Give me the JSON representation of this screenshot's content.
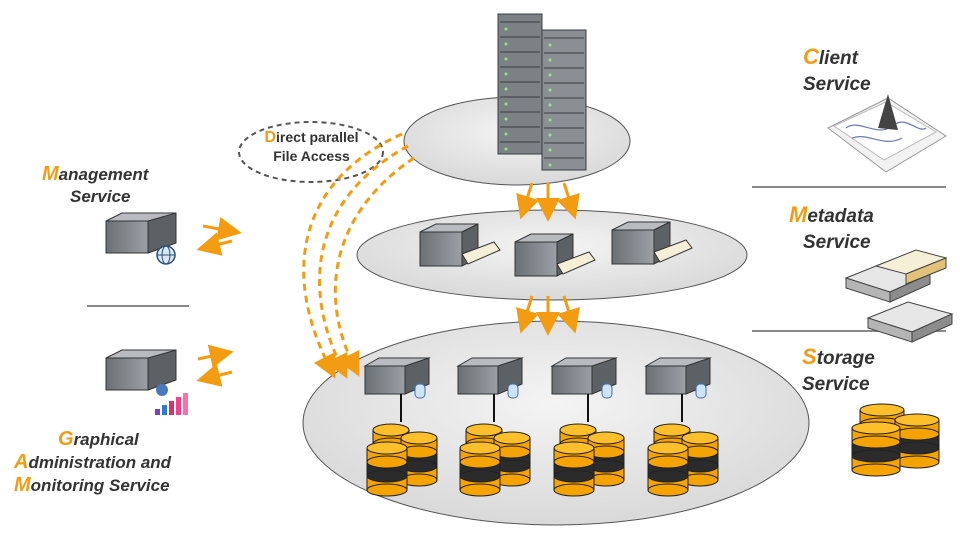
{
  "diagram": {
    "direct_access": {
      "initial": "D",
      "line1_rest": "irect parallel",
      "line2": "File Access"
    },
    "management": {
      "initial": "M",
      "line1_rest": "anagement",
      "line2": "Service",
      "icon": "management-server-icon"
    },
    "graphical": {
      "l1_initial": "G",
      "l1_rest": "raphical",
      "l2_initial": "A",
      "l2_rest": "dministration and",
      "l3_initial": "M",
      "l3_rest": "onitoring Service",
      "icon": "monitoring-server-icon"
    },
    "client": {
      "initial": "C",
      "line1_rest": "lient",
      "line2": "Service",
      "icon": "client-documents-icon"
    },
    "metadata": {
      "initial": "M",
      "line1_rest": "etadata",
      "line2": "Service",
      "icon": "metadata-drives-icon"
    },
    "storage": {
      "initial": "S",
      "line1_rest": "torage",
      "line2": "Service",
      "icon": "storage-disks-icon"
    },
    "colors": {
      "accent": "#f39c12",
      "text": "#333333",
      "ellipse": "#e8e8e8",
      "separator": "#8a8a8a",
      "disk": "#f5a300",
      "disk_dark": "#2b2b2b"
    }
  }
}
